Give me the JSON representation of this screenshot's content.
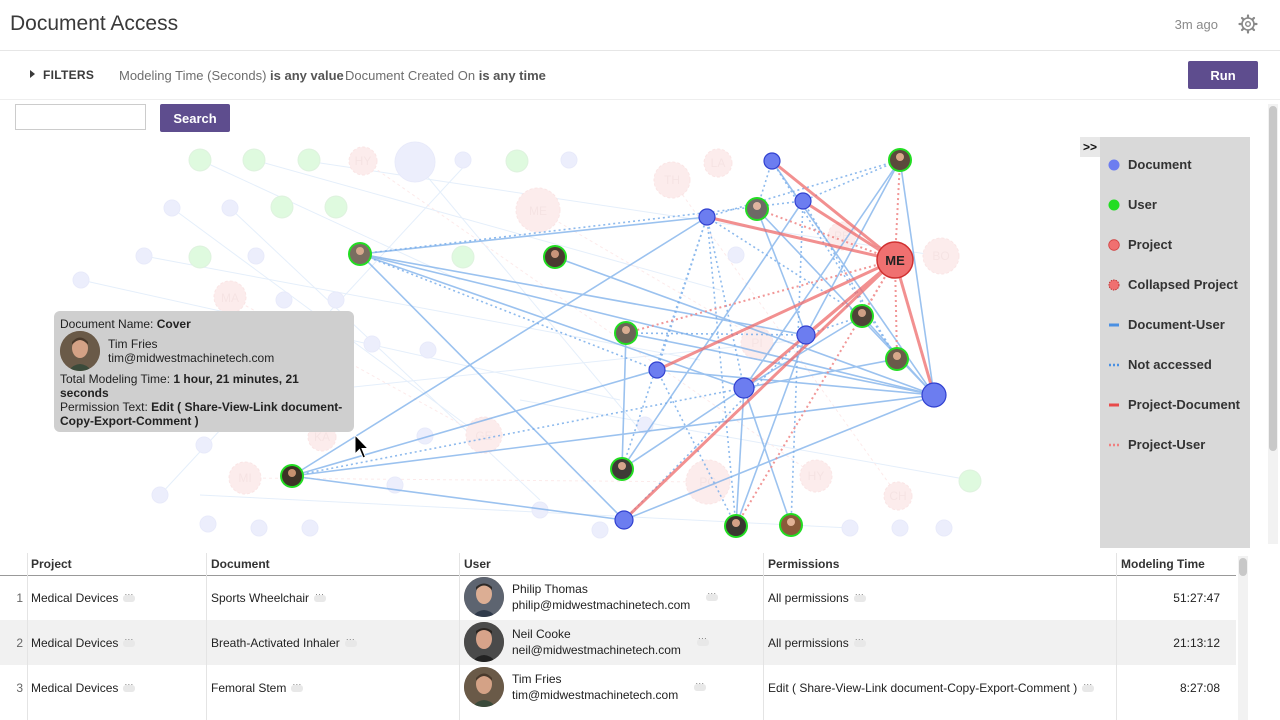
{
  "header": {
    "title": "Document Access",
    "updated": "3m ago",
    "settings_icon": "gear-icon"
  },
  "filters": {
    "toggle_label": "FILTERS",
    "chips": [
      {
        "field": "Modeling Time (Seconds)",
        "condition": "is any value"
      },
      {
        "field": "Document Created On",
        "condition": "is any time"
      }
    ],
    "run_label": "Run"
  },
  "search": {
    "value": "",
    "button_label": "Search"
  },
  "legend": {
    "toggle_label": ">>",
    "items": [
      {
        "label": "Document",
        "color": "#6c7df0",
        "kind": "dot"
      },
      {
        "label": "User",
        "color": "#22dd22",
        "kind": "dot"
      },
      {
        "label": "Project",
        "color": "#f07070",
        "kind": "dot"
      },
      {
        "label": "Collapsed Project",
        "color": "#f07070",
        "kind": "dashed-dot"
      },
      {
        "label": "Document-User",
        "color": "#4a90e2",
        "kind": "line"
      },
      {
        "label": "Not accessed",
        "color": "#4a90e2",
        "kind": "dotted-line"
      },
      {
        "label": "Project-Document",
        "color": "#e84a4a",
        "kind": "line"
      },
      {
        "label": "Project-User",
        "color": "#f08080",
        "kind": "dotted-line"
      }
    ]
  },
  "graph": {
    "project_label": "ME",
    "faded_labels": [
      "HY",
      "LA",
      "TH",
      "ME",
      "PE",
      "BO",
      "MA",
      "PI",
      "KA",
      "GE",
      "PG",
      "HY",
      "MI",
      "CH"
    ]
  },
  "tooltip": {
    "doc_label": "Document Name:",
    "doc_name": "Cover",
    "user_name": "Tim Fries",
    "user_email": "tim@midwestmachinetech.com",
    "time_label": "Total Modeling Time:",
    "time_value_1": "1 hour, 21 minutes, 21",
    "time_value_2": "seconds",
    "perm_label": "Permission Text:",
    "perm_value_1": "Edit ( Share-View-Link document-",
    "perm_value_2": "Copy-Export-Comment )"
  },
  "table": {
    "columns": [
      "Project",
      "Document",
      "User",
      "Permissions",
      "Modeling Time"
    ],
    "rows": [
      {
        "num": "1",
        "project": "Medical Devices",
        "document": "Sports Wheelchair",
        "user_name": "Philip Thomas",
        "user_email": "philip@midwestmachinetech.com",
        "permissions": "All permissions",
        "time": "51:27:47"
      },
      {
        "num": "2",
        "project": "Medical Devices",
        "document": "Breath-Activated Inhaler",
        "user_name": "Neil Cooke",
        "user_email": "neil@midwestmachinetech.com",
        "permissions": "All permissions",
        "time": "21:13:12"
      },
      {
        "num": "3",
        "project": "Medical Devices",
        "document": "Femoral Stem",
        "user_name": "Tim Fries",
        "user_email": "tim@midwestmachinetech.com",
        "permissions": "Edit ( Share-View-Link document-Copy-Export-Comment )",
        "time": "8:27:08"
      }
    ]
  }
}
